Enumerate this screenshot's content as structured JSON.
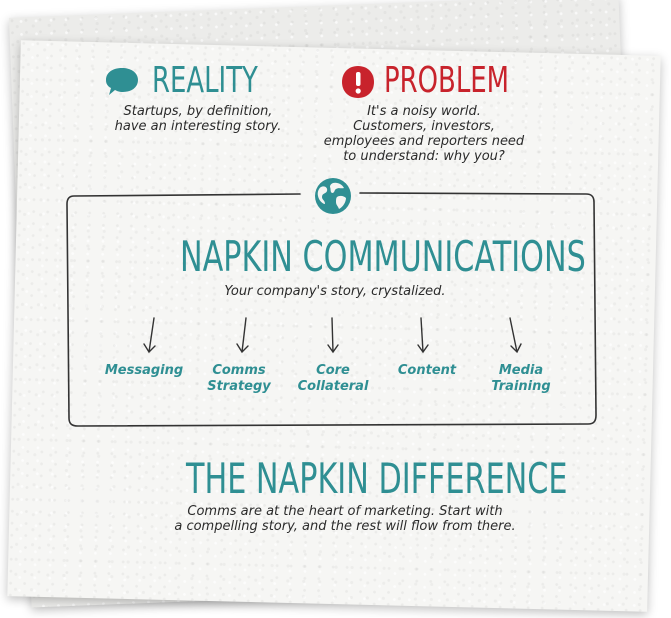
{
  "reality": {
    "title": "REALITY",
    "text_line1": "Startups, by definition,",
    "text_line2": "have an interesting story."
  },
  "problem": {
    "title": "PROBLEM",
    "text_line1": "It's a noisy world.",
    "text_line2": "Customers, investors,",
    "text_line3": "employees and reporters need",
    "text_line4": "to understand: why you?"
  },
  "napkin_communications": {
    "title": "NAPKIN COMMUNICATIONS",
    "subtitle": "Your company's story, crystalized.",
    "items": [
      {
        "line1": "Messaging",
        "line2": ""
      },
      {
        "line1": "Comms",
        "line2": "Strategy"
      },
      {
        "line1": "Core",
        "line2": "Collateral"
      },
      {
        "line1": "Content",
        "line2": ""
      },
      {
        "line1": "Media",
        "line2": "Training"
      }
    ]
  },
  "difference": {
    "title": "THE NAPKIN DIFFERENCE",
    "text_line1": "Comms are at the heart of marketing. Start with",
    "text_line2": "a compelling story, and the rest will flow from there."
  },
  "icons": {
    "reality": "speech-bubble-icon",
    "problem": "exclamation-icon",
    "globe": "globe-icon",
    "arrow": "arrow-down-icon"
  },
  "colors": {
    "teal": "#2f8f93",
    "red": "#c8232c",
    "ink": "#2b2b2b"
  }
}
